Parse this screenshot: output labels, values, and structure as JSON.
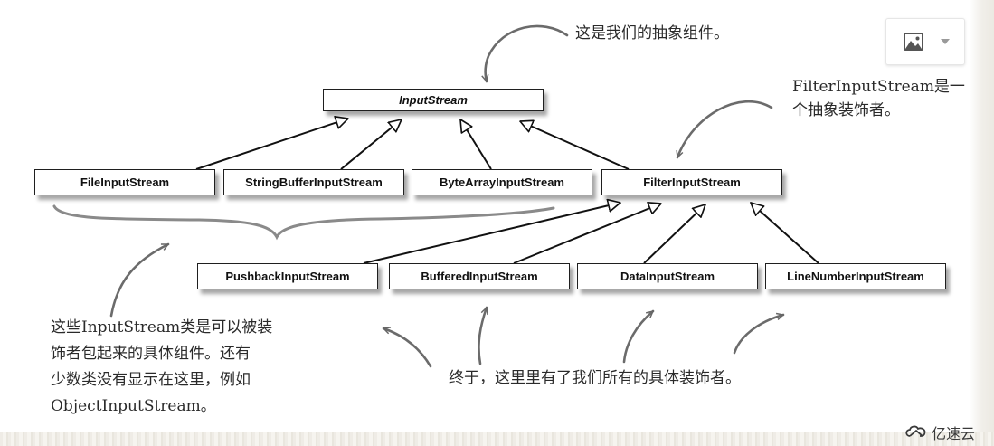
{
  "diagram": {
    "classes": {
      "input_stream": "InputStream",
      "file_input_stream": "FileInputStream",
      "string_buffer_input_stream": "StringBufferInputStream",
      "byte_array_input_stream": "ByteArrayInputStream",
      "filter_input_stream": "FilterInputStream",
      "pushback_input_stream": "PushbackInputStream",
      "buffered_input_stream": "BufferedInputStream",
      "data_input_stream": "DataInputStream",
      "line_number_input_stream": "LineNumberInputStream"
    },
    "annotations": {
      "abstract_component": "这是我们的抽象组件。",
      "abstract_decorator": [
        "FilterInputStream是一",
        "个抽象装饰者。"
      ],
      "concrete_components": [
        "这些InputStream类是可以被装",
        "饰者包起来的具体组件。还有",
        "少数类没有显示在这里，例如",
        "ObjectInputStream。"
      ],
      "concrete_decorators": "终于，这里里有了我们所有的具体装饰者。"
    }
  },
  "toolbar": {
    "image_icon": "image-icon",
    "dropdown_icon": "caret-down-icon"
  },
  "watermark": {
    "logo_icon": "yisu-cloud-logo-icon",
    "text": "亿速云"
  }
}
